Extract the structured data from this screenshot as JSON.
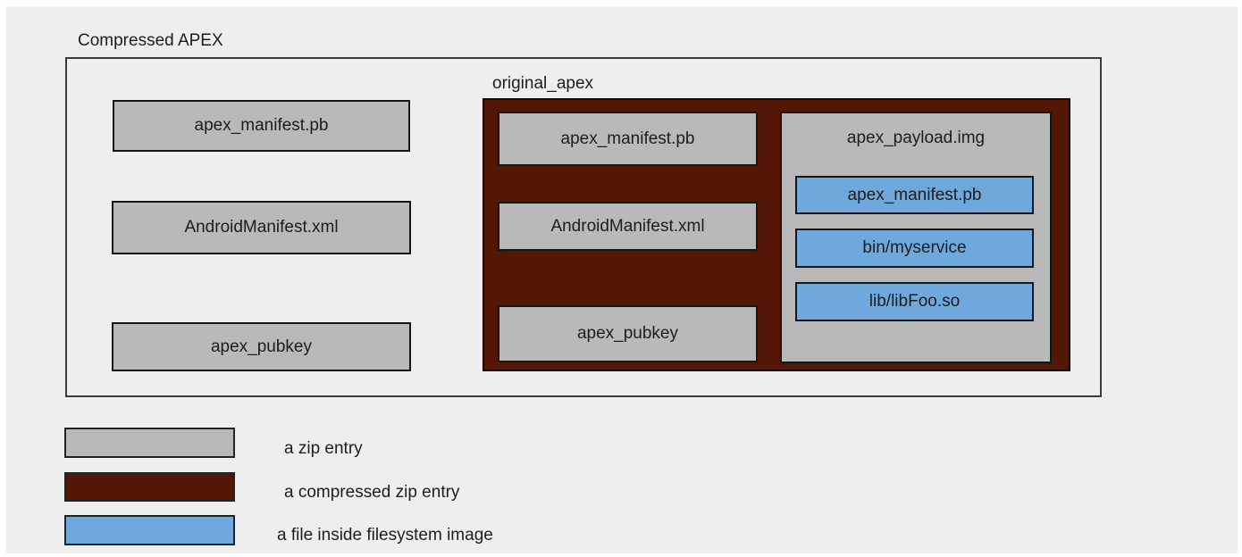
{
  "title": "Compressed APEX",
  "colors": {
    "background": "#eeeeee",
    "zip_entry": "#b9b9b9",
    "compressed_zip_entry": "#541605",
    "file_inside_fs_image": "#6fa8dc",
    "text": "#1d1d1d"
  },
  "compressed_apex": {
    "entries": [
      "apex_manifest.pb",
      "AndroidManifest.xml",
      "apex_pubkey"
    ],
    "original_apex": {
      "label": "original_apex",
      "entries": [
        "apex_manifest.pb",
        "AndroidManifest.xml",
        "apex_pubkey"
      ],
      "payload": {
        "label": "apex_payload.img",
        "files": [
          "apex_manifest.pb",
          "bin/myservice",
          "lib/libFoo.so"
        ]
      }
    }
  },
  "legend": {
    "items": [
      {
        "label": "a zip entry",
        "color": "#b9b9b9"
      },
      {
        "label": "a compressed zip entry",
        "color": "#541605"
      },
      {
        "label": "a file inside filesystem image",
        "color": "#6fa8dc"
      }
    ]
  }
}
